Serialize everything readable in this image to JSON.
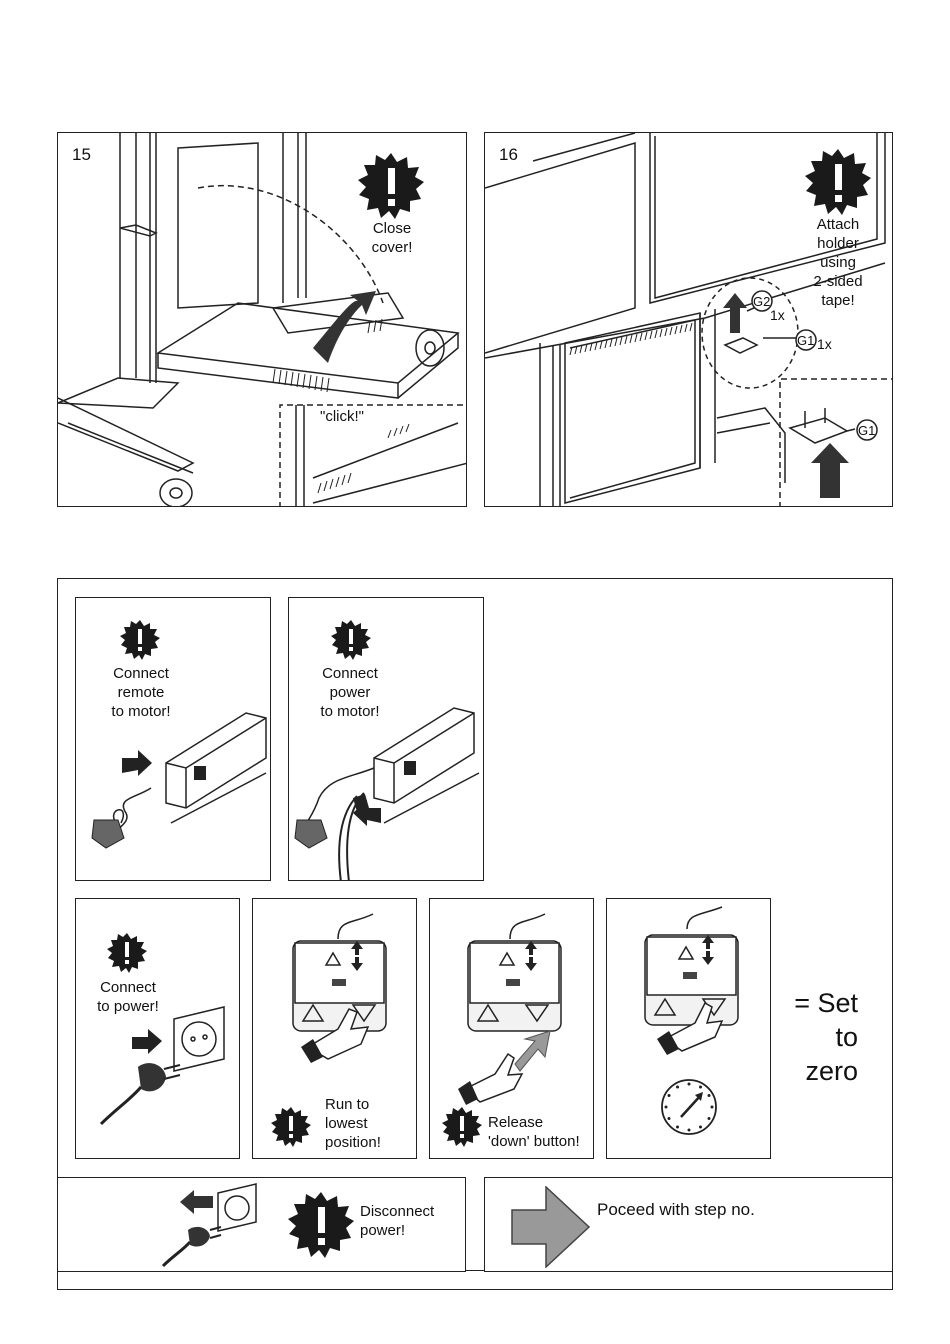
{
  "step15": {
    "number": "15",
    "warning": [
      "Close",
      "cover!"
    ],
    "sound": "\"click!\""
  },
  "step16": {
    "number": "16",
    "warning": [
      "Attach",
      "holder",
      "using",
      "2-sided",
      "tape!"
    ],
    "parts": {
      "g2": "G2",
      "g1": "G1",
      "g1_detail": "G1",
      "qty_g2": "1x",
      "qty_g1": "1x"
    }
  },
  "procedure": {
    "remote": [
      "Connect",
      "remote",
      "to motor!"
    ],
    "power_motor": [
      "Connect",
      "power",
      "to motor!"
    ],
    "power": [
      "Connect",
      "to power!"
    ],
    "run": [
      "Run to",
      "lowest",
      "position!"
    ],
    "release": [
      "Release",
      "'down' button!"
    ],
    "set_zero": [
      "= Set",
      "to",
      "zero"
    ],
    "disconnect": [
      "Disconnect",
      "power!"
    ],
    "proceed": "Poceed with step no."
  },
  "icons": [
    "exclamation-burst-icon",
    "arrow-right-icon",
    "gauge-icon",
    "hand-icon",
    "plug-icon",
    "socket-icon",
    "control-box-icon",
    "handset-icon"
  ]
}
